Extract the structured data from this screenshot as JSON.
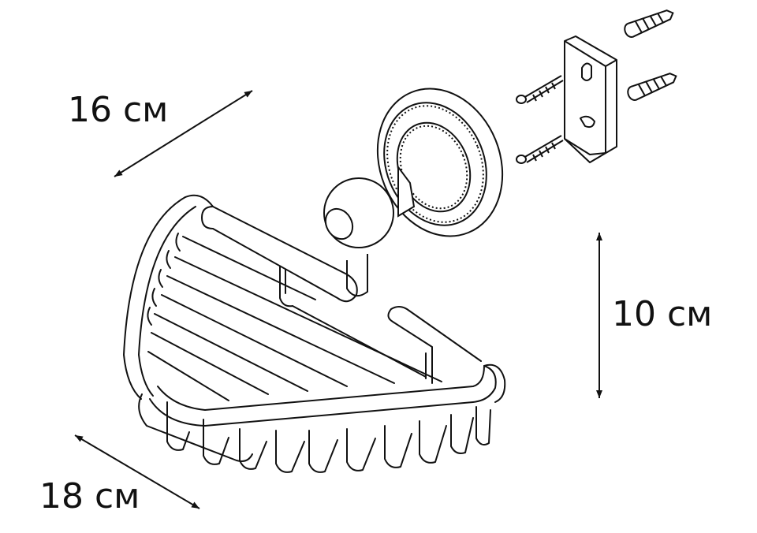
{
  "dimensions": {
    "width": "16 см",
    "height": "10 см",
    "depth": "18 см"
  },
  "colors": {
    "line": "#111111",
    "background": "#ffffff"
  }
}
